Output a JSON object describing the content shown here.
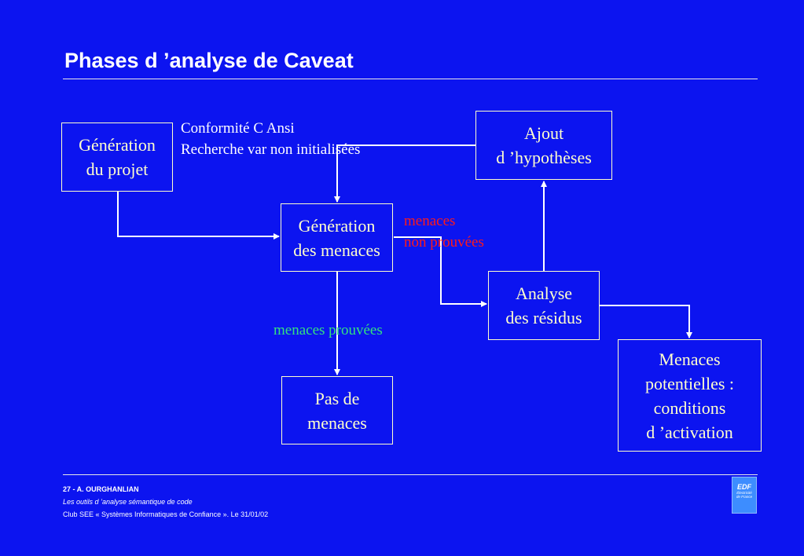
{
  "slide": {
    "title": "Phases d ’analyse de Caveat"
  },
  "boxes": {
    "generation_projet": "Génération\ndu projet",
    "ajout_hypotheses": "Ajout\nd ’hypothèses",
    "generation_menaces": "Génération\ndes menaces",
    "analyse_residus": "Analyse\ndes résidus",
    "pas_de_menaces": "Pas de\nmenaces",
    "menaces_potentielles": "Menaces\npotentielles :\nconditions\nd ’activation"
  },
  "labels": {
    "conformite": "Conformité C Ansi\nRecherche var non initialisées",
    "menaces_non_prouvees": "menaces\nnon prouvées",
    "menaces_prouvees": "menaces prouvées"
  },
  "footer": {
    "line1": "27 - A. OURGHANLIAN",
    "line2": "Les outils d ’analyse sémantique de code",
    "line3": "Club SEE « Systèmes Informatiques de Confiance ». Le 31/01/02"
  },
  "logo": {
    "name": "EDF",
    "subtitle": "Électricité\nde France"
  },
  "colors": {
    "background": "#0c14f0",
    "box_text": "#ffffcc",
    "label_red": "#ff1a1a",
    "label_green": "#33e080"
  }
}
